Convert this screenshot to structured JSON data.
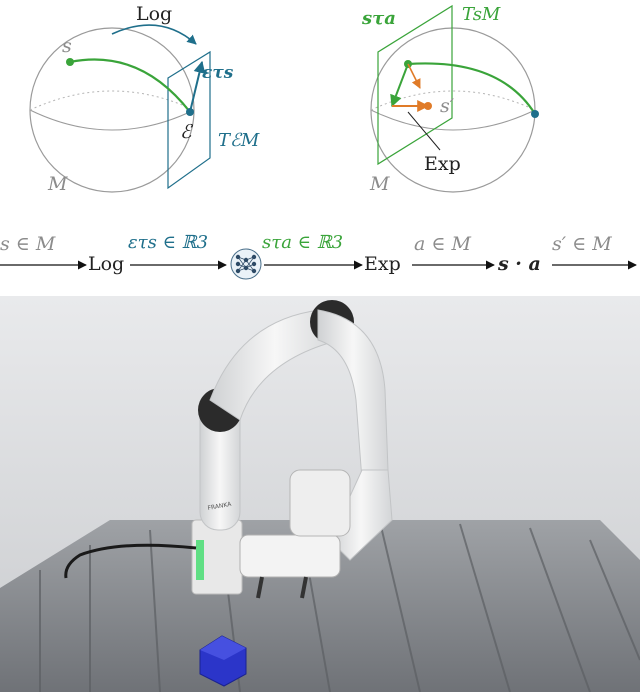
{
  "diagram_left": {
    "point_label": "s",
    "log_label": "Log",
    "tangent_vector_label": "ετs",
    "base_point_label": "ℰ",
    "tangent_space_label": "TℰM",
    "manifold_label": "M"
  },
  "diagram_right": {
    "action_vector_label": "sτa",
    "tangent_space_label": "TsM",
    "result_point_label": "s′",
    "exp_label": "Exp",
    "manifold_label": "M"
  },
  "pipeline": {
    "step1_input": "s ∈ M",
    "step1_op": "Log",
    "step2_value": "ετs ∈ ℝ3",
    "step3_value": "sτa ∈ ℝ3",
    "step3_op": "Exp",
    "step4_value": "a ∈ M",
    "step4_op": "s · a",
    "step5_value": "s′ ∈ M"
  },
  "colors": {
    "green": "#3aa43a",
    "teal": "#1f6f8b",
    "orange": "#e07b28",
    "gray": "#8c8c8c"
  },
  "photo": {
    "robot_brand": "FRANKA"
  }
}
